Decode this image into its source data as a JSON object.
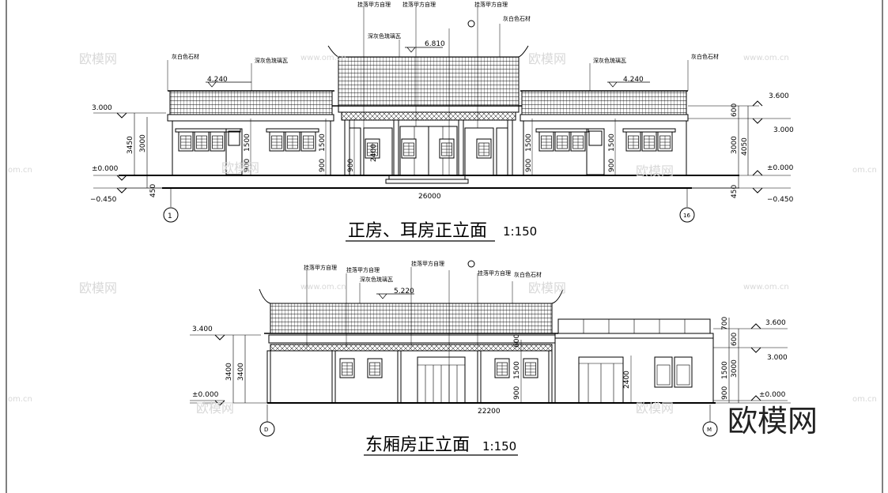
{
  "watermarks": {
    "brand": "欧模网",
    "url": "www.om.cn",
    "url_short": "om.cn"
  },
  "logo": "欧模网",
  "front": {
    "title": "正房、耳房正立面",
    "scale": "1:150",
    "axis_left": "1",
    "axis_right": "16",
    "total_width": "26000",
    "levels": {
      "l3000": "3.000",
      "l0000": "±0.000",
      "ln0450": "−0.450",
      "l4240a": "4.240",
      "l4240b": "4.240",
      "l6810": "6.810",
      "l3600": "3.600",
      "r3000": "3.000",
      "r0000": "±0.000",
      "rn0450": "−0.450"
    },
    "dims": {
      "d3450": "3450",
      "d3000": "3000",
      "d450": "450",
      "d1500a": "1500",
      "d900a": "900",
      "d1500b": "1500",
      "d900b": "900",
      "d900c": "900",
      "d2400": "2400",
      "d1500c": "1500",
      "d900d": "900",
      "d1500d": "1500",
      "d900e": "900",
      "r600": "600",
      "r3000": "3000",
      "r4050": "4050",
      "r450": "450"
    },
    "notes": {
      "stone_l": "灰白色石材",
      "tile_l": "深灰色琉璃瓦",
      "wood1": "挂落甲方自理",
      "wood2": "挂落甲方自理",
      "tile_c": "深灰色琉璃瓦",
      "wood3": "挂落甲方自理",
      "stone_c": "灰白色石材",
      "tile_r": "深灰色琉璃瓦",
      "stone_r": "灰白色石材"
    }
  },
  "east": {
    "title": "东厢房正立面",
    "scale": "1:150",
    "axis_left": "D",
    "axis_right": "M",
    "total_width": "22200",
    "levels": {
      "l3400": "3.400",
      "l0000": "±0.000",
      "l5220": "5.220",
      "r3600": "3.600",
      "r3000": "3.000",
      "r0000": "±0.000"
    },
    "dims": {
      "d3400a": "3400",
      "d3400b": "3400",
      "d1500": "1500",
      "d900": "900",
      "d2400": "2400",
      "d600": "600",
      "r700": "700",
      "r600": "600",
      "r1500": "1500",
      "r3000": "3000",
      "r900": "900"
    },
    "notes": {
      "wood1": "挂落甲方自理",
      "wood2": "挂落甲方自理",
      "tile": "深灰色琉璃瓦",
      "wood3": "挂落甲方自理",
      "wood4": "挂落甲方自理",
      "stone": "灰白色石材"
    }
  },
  "colors": {
    "line": "#000000",
    "watermark": "#d8d8d8"
  }
}
